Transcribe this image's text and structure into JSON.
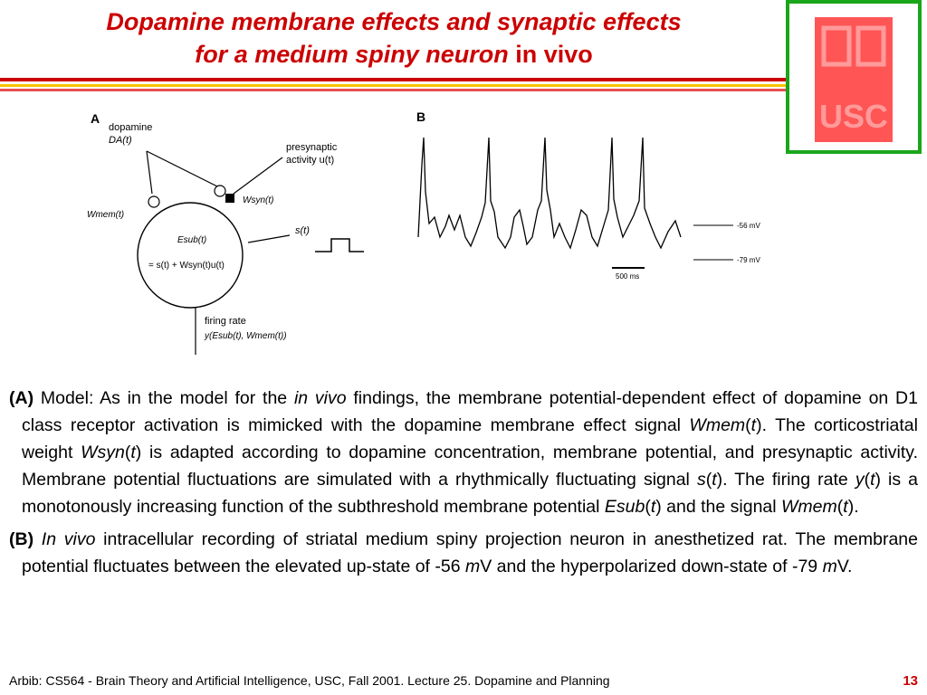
{
  "slide": {
    "title_line1": "Dopamine membrane effects and synaptic effects",
    "title_line2_italic": "for a medium spiny neuron",
    "title_line2_plain": " in vivo",
    "logo_text": "USC"
  },
  "figure": {
    "panel_a": "A",
    "panel_b": "B",
    "label_dopamine": "dopamine",
    "label_da": "DA(t)",
    "label_presyn": "presynaptic",
    "label_activity": "activity u(t)",
    "label_wmem": "Wmem(t)",
    "label_wsyn": "Wsyn(t)",
    "label_st": "s(t)",
    "label_esub": "Esub(t)",
    "label_eq": "= s(t) + Wsyn(t)u(t)",
    "label_firing": "firing rate",
    "label_y": "y(Esub(t), Wmem(t))",
    "label_up": "-56 mV",
    "label_down": "-79 mV",
    "label_scale": "500 ms"
  },
  "caption": {
    "a_label": "(A)",
    "a_t1": " Model: As in the model for the ",
    "a_i1": "in vivo",
    "a_t2": " findings, the membrane potential-dependent effect of dopamine on D1 class receptor activation is mimicked with the dopamine membrane effect signal ",
    "a_i2": "Wmem",
    "a_t3": "(",
    "a_i3": "t",
    "a_t4": "). The corticostriatal weight ",
    "a_i4": "Wsyn",
    "a_t5": "(",
    "a_i5": "t",
    "a_t6": ") is adapted according to dopamine concentration, membrane potential, and presynaptic activity. Membrane potential fluctuations are simulated with a rhythmically fluctuating signal ",
    "a_i6": "s",
    "a_t7": "(",
    "a_i7": "t",
    "a_t8": "). The firing rate ",
    "a_i8": "y",
    "a_t9": "(",
    "a_i9": "t",
    "a_t10": ") is a monotonously increasing function of the subthreshold membrane potential ",
    "a_i10": "Esub",
    "a_t11": "(",
    "a_i11": "t",
    "a_t12": ") and the signal ",
    "a_i12": "Wmem",
    "a_t13": "(",
    "a_i13": "t",
    "a_t14": ").",
    "b_label": "(B)",
    "b_t1": " ",
    "b_i1": "In vivo",
    "b_t2": " intracellular recording of striatal medium spiny projection neuron in anesthetized rat. The membrane potential fluctuates between the elevated up-state of -56 ",
    "b_i2": "m",
    "b_t3": "V and the hyperpolarized down-state of -79 ",
    "b_i3": "m",
    "b_t4": "V."
  },
  "footer": {
    "text": "Arbib: CS564 - Brain Theory and Artificial Intelligence,  USC, Fall 2001. Lecture 25. Dopamine and Planning",
    "page": "13"
  },
  "colors": {
    "title": "#cc0000",
    "rule_red": "#cc0000",
    "rule_yellow": "#f5c400",
    "logo_border": "#1aa61a",
    "logo_fill": "#ff5555"
  }
}
